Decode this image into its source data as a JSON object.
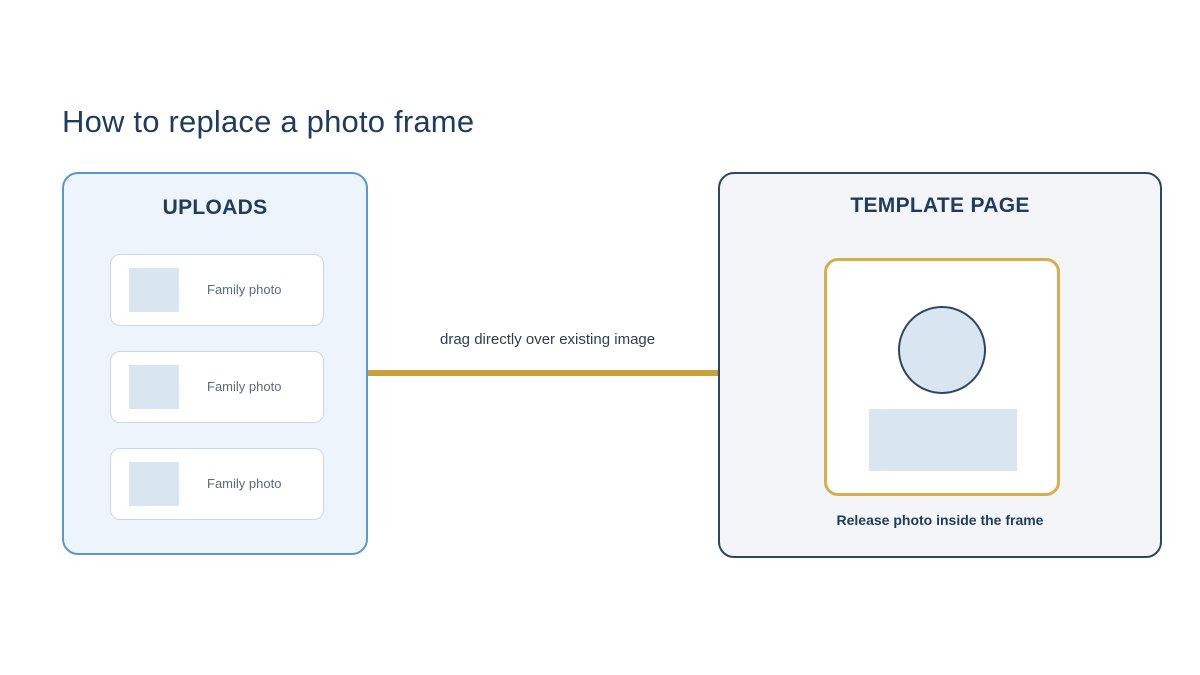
{
  "title": "How to replace a photo frame",
  "uploads": {
    "heading": "UPLOADS",
    "items": [
      {
        "label": "Family photo"
      },
      {
        "label": "Family photo"
      },
      {
        "label": "Family photo"
      }
    ]
  },
  "arrow": {
    "label": "drag directly over existing image",
    "color": "#c9a13b"
  },
  "template": {
    "heading": "TEMPLATE PAGE",
    "caption": "Release photo inside the frame",
    "frame_color": "#d6ae4b"
  },
  "colors": {
    "uploads_border": "#5b98d0",
    "uploads_fill": "#eef4fb",
    "template_border": "#2c4763",
    "template_fill": "#f3f5f8",
    "placeholder_fill": "#d9e5f0"
  }
}
